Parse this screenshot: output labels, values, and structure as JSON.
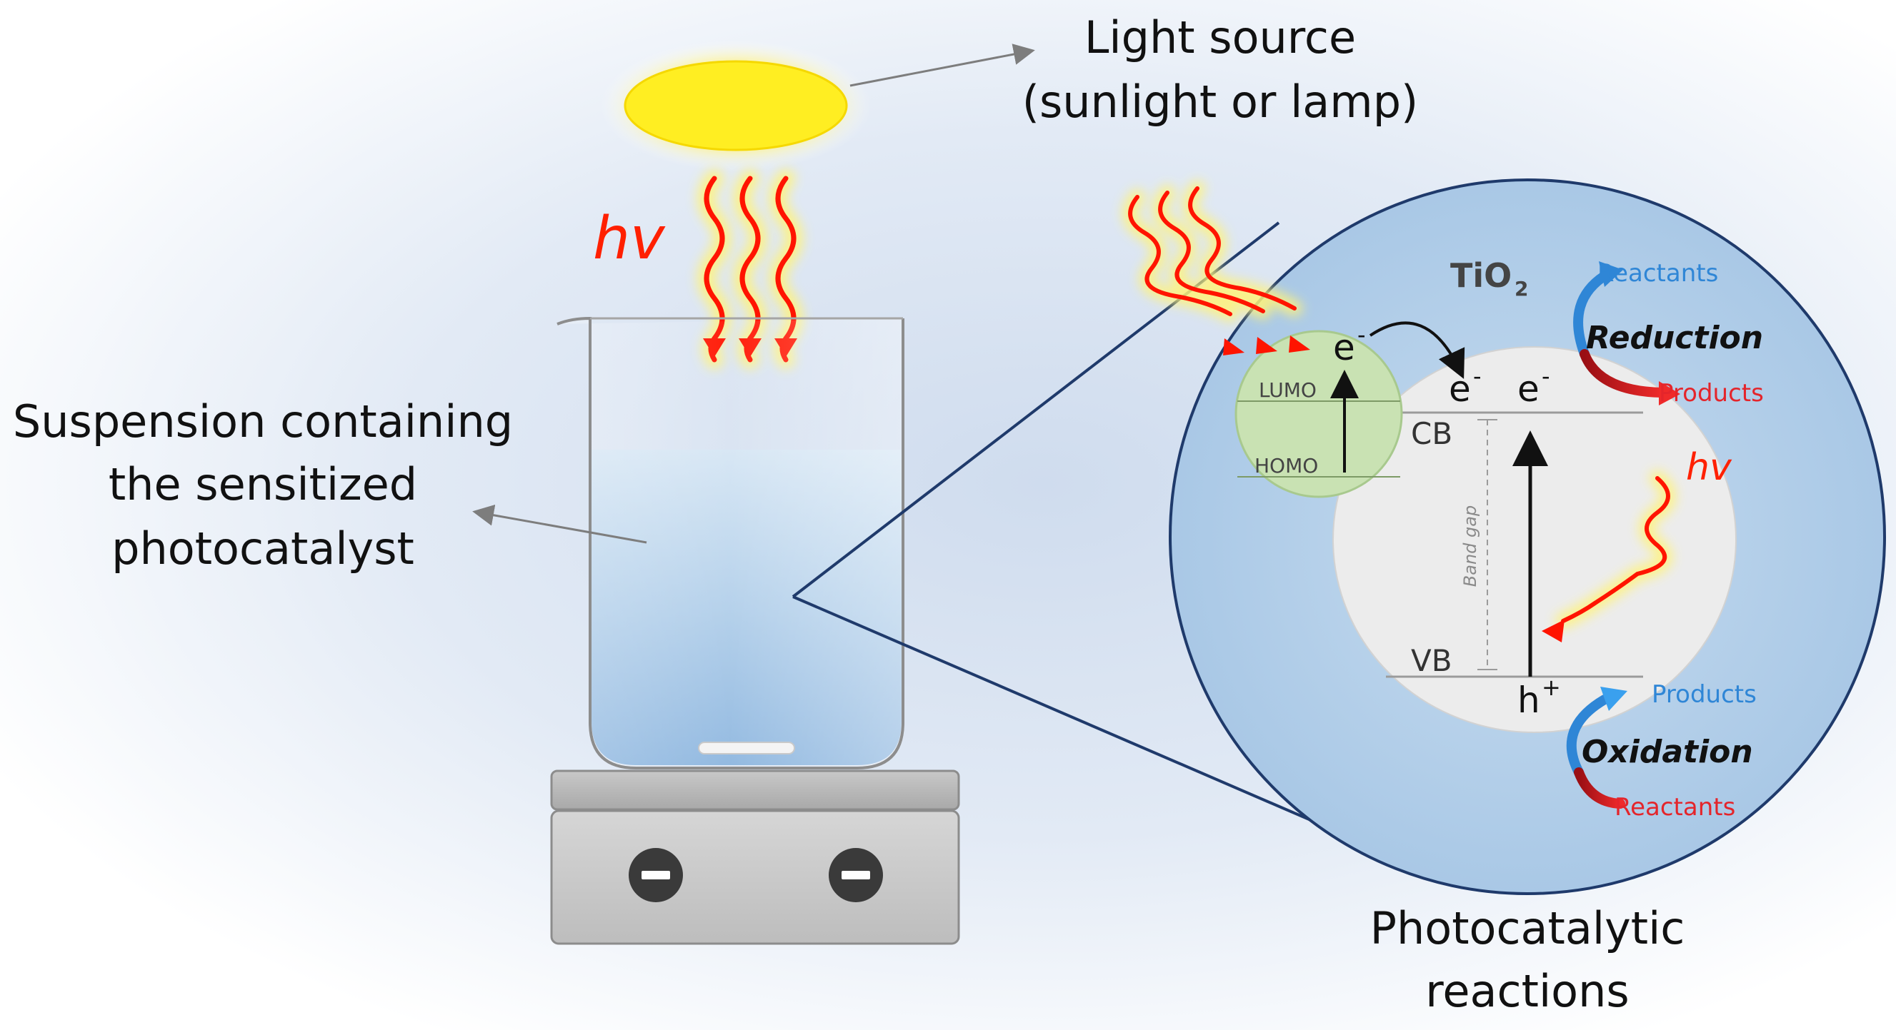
{
  "labels": {
    "light_source_line1": "Light source",
    "light_source_line2": "(sunlight or lamp)",
    "suspension_line1": "Suspension containing",
    "suspension_line2": "the sensitized",
    "suspension_line3": "photocatalyst",
    "photocatalytic_line1": "Photocatalytic",
    "photocatalytic_line2": "reactions",
    "hv_main": "hv",
    "hv_small": "hv"
  },
  "zoom": {
    "tio2_base": "TiO",
    "tio2_sub": "2",
    "lumo": "LUMO",
    "homo": "HOMO",
    "cb": "CB",
    "vb": "VB",
    "band_gap": "Band gap",
    "electron_base": "e",
    "electron_sup": "-",
    "hole_base": "h",
    "hole_sup": "+",
    "reduction": "Reduction",
    "oxidation": "Oxidation",
    "reactants_top": "Reactants",
    "products_top": "Products",
    "products_bottom": "Products",
    "reactants_bottom": "Reactants"
  },
  "colors": {
    "sun_yellow": "#ffee22",
    "glow": "#fff37a",
    "wave_red": "#ff1400",
    "hv_red": "#ff2000",
    "zoom_blue": "#b7d1ea",
    "zoom_border": "#1f3a6b",
    "sensitizer_green": "#c9e2b3",
    "particle_grey": "#ececec",
    "reduction_blue": "#2f86d6",
    "products_red": "#e4252b",
    "water_blue": "#a4c6e6",
    "stirrer_grey": "#b8b8b8"
  }
}
